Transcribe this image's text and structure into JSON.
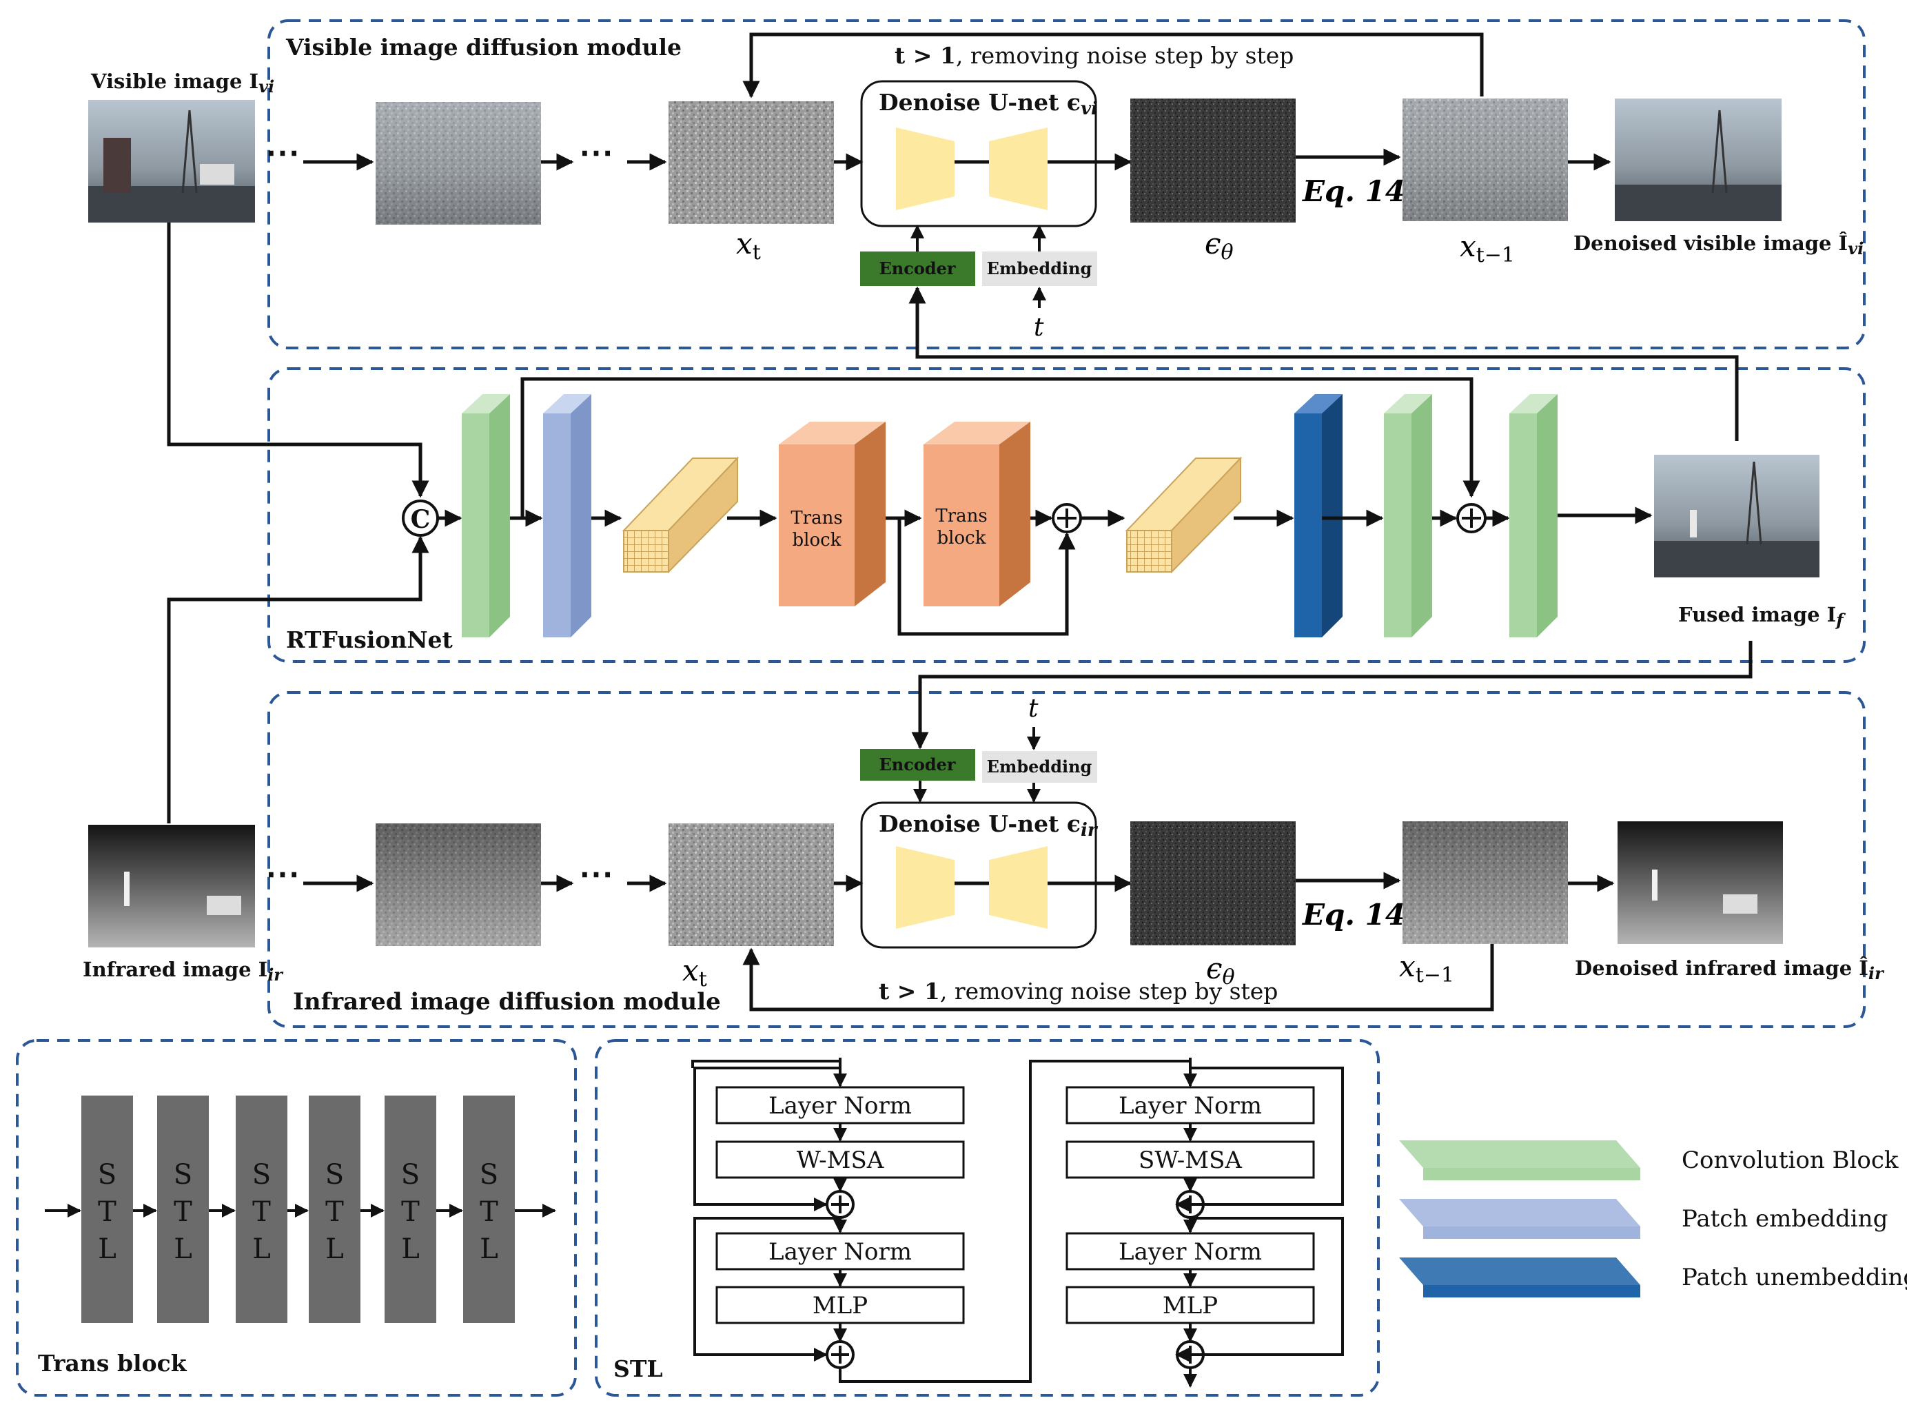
{
  "modules": {
    "visible": "Visible image diffusion module",
    "rtfusion": "RTFusionNet",
    "infrared": "Infrared image diffusion module",
    "trans_block": "Trans block",
    "stl": "STL"
  },
  "visible_row": {
    "input_label": "Visible image I",
    "input_sub": "vi",
    "loop_text_math": "t > 1",
    "loop_text": ", removing noise step by step",
    "unet_label": "Denoise U-net ϵ",
    "unet_sub": "vi",
    "xt": "x",
    "xt_sub": "t",
    "eps": "ϵ",
    "eps_sub": "θ",
    "eq": "Eq. 14",
    "xt1": "x",
    "xt1_sub": "t−1",
    "encoder": "Encoder",
    "embedding": "Embedding",
    "t": "t",
    "output_label": "Denoised visible image Î",
    "output_sub": "vi"
  },
  "fusion_row": {
    "concat": "C",
    "trans_block": "Trans block",
    "fused_label": "Fused image I",
    "fused_sub": "f"
  },
  "infrared_row": {
    "input_label": "Infrared image I",
    "input_sub": "ir",
    "loop_text_math": "t > 1",
    "loop_text": ", removing noise step by step",
    "unet_label": "Denoise U-net ϵ",
    "unet_sub": "ir",
    "xt": "x",
    "xt_sub": "t",
    "eps": "ϵ",
    "eps_sub": "θ",
    "eq": "Eq. 14",
    "xt1": "x",
    "xt1_sub": "t−1",
    "encoder": "Encoder",
    "embedding": "Embedding",
    "t": "t",
    "output_label": "Denoised infrared image Î",
    "output_sub": "ir"
  },
  "trans_block_panel": {
    "stl_letters": [
      "S",
      "T",
      "L"
    ],
    "stl_count": 6
  },
  "stl_panel": {
    "left": [
      "Layer Norm",
      "W-MSA",
      "Layer Norm",
      "MLP"
    ],
    "right": [
      "Layer Norm",
      "SW-MSA",
      "Layer Norm",
      "MLP"
    ]
  },
  "legend": [
    {
      "label": "Convolution Block",
      "color": "#a8d5a2"
    },
    {
      "label": "Patch embedding",
      "color": "#9fb3dd"
    },
    {
      "label": "Patch unembedding",
      "color": "#1f63a8"
    }
  ],
  "colors": {
    "dashed_border": "#2b5797",
    "encoder": "#3b7a2a",
    "embedding": "#e4e4e4",
    "unet": "#fde9a0",
    "trans_block": "#f4a981",
    "stl_box": "#6b6b6b"
  }
}
